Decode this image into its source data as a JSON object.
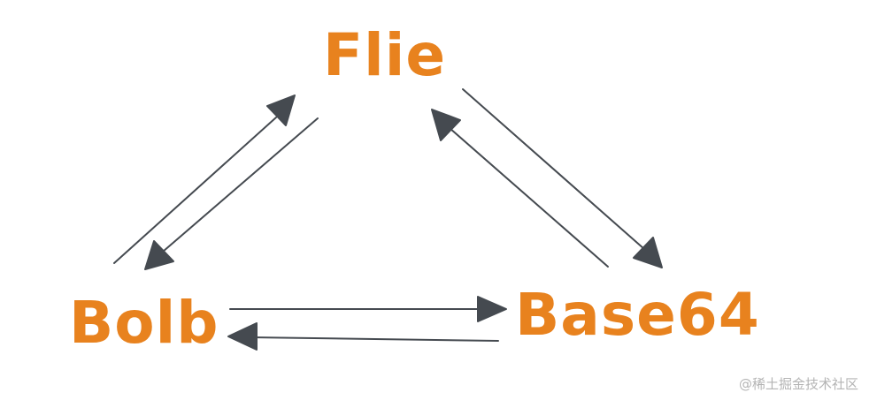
{
  "nodes": {
    "flie": "Flie",
    "bolb": "Bolb",
    "base64": "Base64"
  },
  "watermark": "@稀土掘金技术社区",
  "colors": {
    "label": "#e8821e",
    "arrow": "#454a50",
    "background": "#ffffff",
    "watermark": "#b4b4b4"
  }
}
